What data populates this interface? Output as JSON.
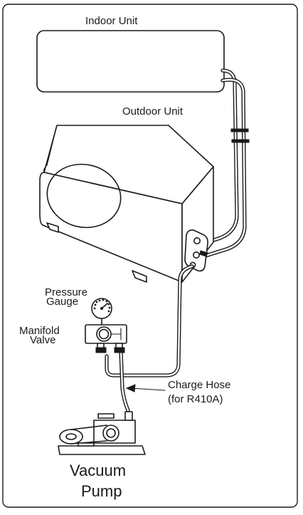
{
  "labels": {
    "indoor_unit": "Indoor Unit",
    "outdoor_unit": "Outdoor Unit",
    "pressure": "Pressure",
    "gauge": "Gauge",
    "manifold": "Manifold",
    "valve": "Valve",
    "charge_hose": "Charge Hose",
    "for_r410a": "(for R410A)",
    "vacuum": "Vacuum",
    "pump": "Pump"
  }
}
